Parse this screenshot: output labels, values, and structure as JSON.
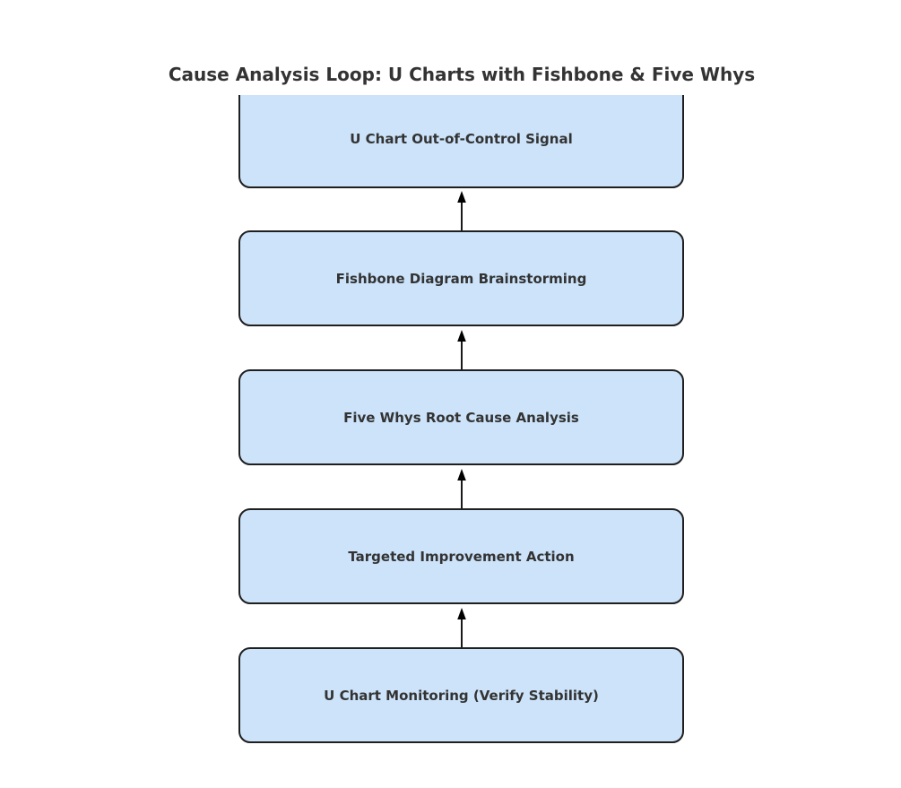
{
  "title": "Cause Analysis Loop: U Charts with Fishbone & Five Whys",
  "diagram": {
    "type": "flowchart",
    "direction": "bottom-to-top",
    "steps": [
      {
        "id": "u-chart-signal",
        "label": "U Chart Out-of-Control Signal"
      },
      {
        "id": "fishbone",
        "label": "Fishbone Diagram Brainstorming"
      },
      {
        "id": "five-whys",
        "label": "Five Whys Root Cause Analysis"
      },
      {
        "id": "improvement",
        "label": "Targeted Improvement Action"
      },
      {
        "id": "u-chart-monitoring",
        "label": "U Chart Monitoring (Verify Stability)"
      }
    ],
    "edges": [
      {
        "from": "Fishbone Diagram Brainstorming",
        "to": "U Chart Out-of-Control Signal"
      },
      {
        "from": "Five Whys Root Cause Analysis",
        "to": "Fishbone Diagram Brainstorming"
      },
      {
        "from": "Targeted Improvement Action",
        "to": "Five Whys Root Cause Analysis"
      },
      {
        "from": "U Chart Monitoring (Verify Stability)",
        "to": "Targeted Improvement Action"
      }
    ],
    "colors": {
      "node_fill": "#cce3fa",
      "node_border": "#1f1f1f",
      "text": "#333333",
      "arrow": "#000000",
      "background": "#ffffff"
    }
  }
}
